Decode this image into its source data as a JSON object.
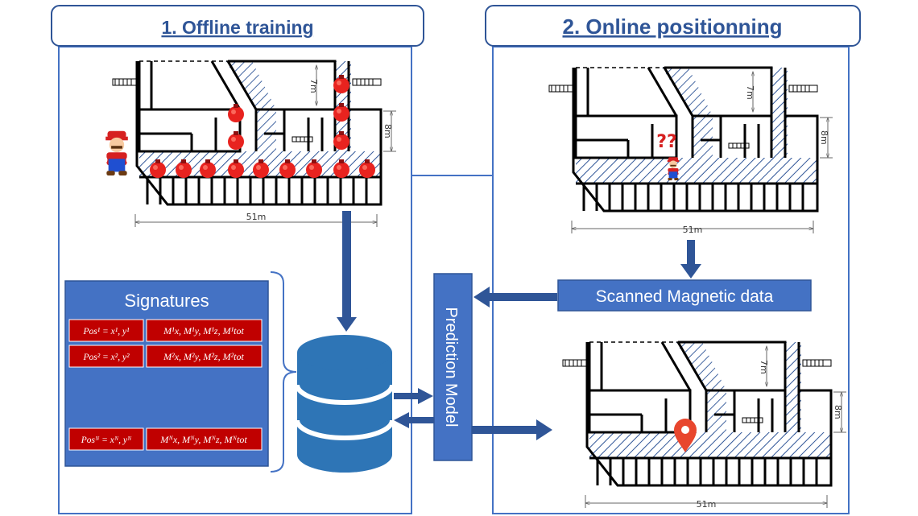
{
  "panels": {
    "offline_title": "1. Offline training",
    "online_title": "2. Online positionning"
  },
  "dimensions": {
    "width": "51m",
    "height_7": "7m",
    "height_8": "8m"
  },
  "signatures": {
    "title": "Signatures",
    "rows": [
      {
        "pos": "Pos¹ = x¹, y¹",
        "mag": "M¹x, M¹y, M¹z, M¹tot"
      },
      {
        "pos": "Pos² = x², y²",
        "mag": "M²x, M²y, M²z, M²tot"
      },
      {
        "pos": "Posᴺ = xᴺ, yᴺ",
        "mag": "Mᴺx, Mᴺy, Mᴺz, Mᴺtot"
      }
    ]
  },
  "prediction_model": "Prediction Model",
  "scanned_data": "Scanned Magnetic data",
  "question_marks": "??",
  "colors": {
    "accent_blue": "#4472c4",
    "dark_blue": "#2f5597",
    "signature_red": "#c00000",
    "marker_red": "#e11d1d",
    "db_blue": "#2e75b6"
  }
}
